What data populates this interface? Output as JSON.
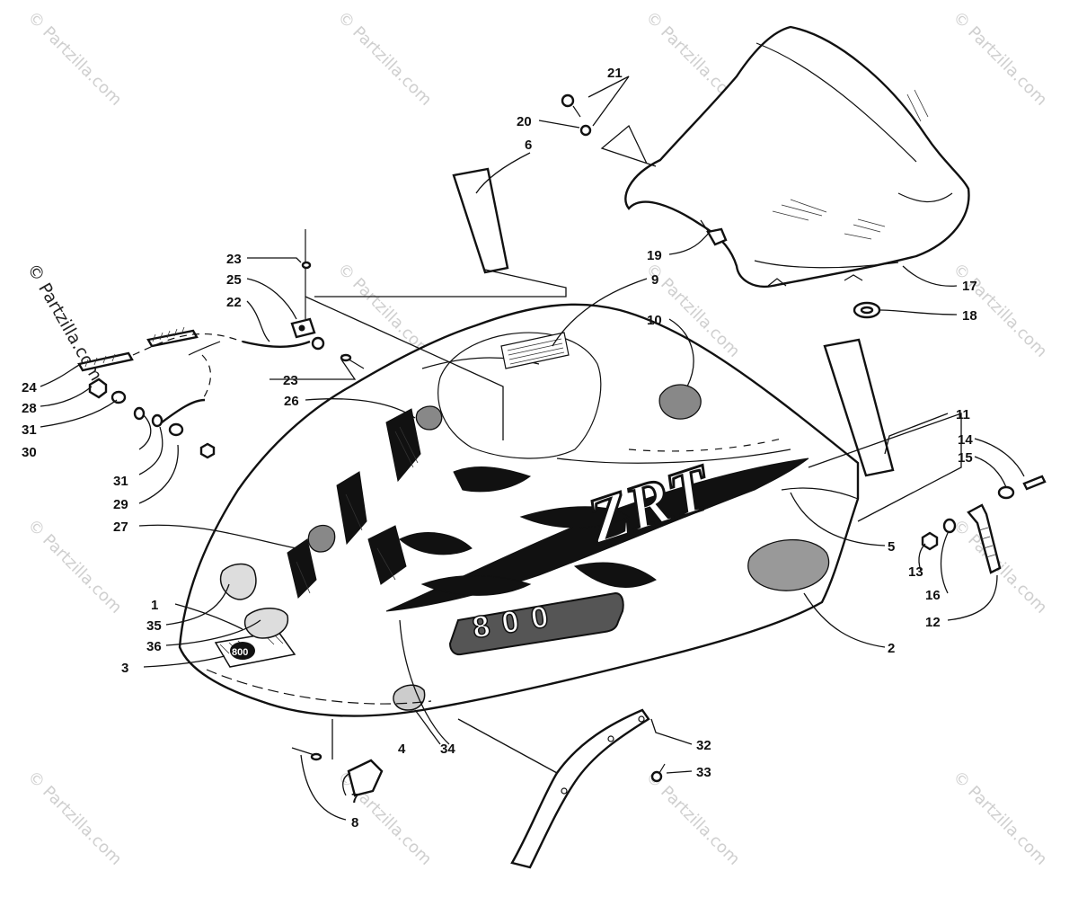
{
  "watermark": {
    "text": "© Partzilla.com",
    "side_text": "© Partzilla.com"
  },
  "decal": {
    "model_text": "ZRT",
    "number_text": "800",
    "badge_text": "800"
  },
  "callouts": [
    {
      "id": "1",
      "label": "1"
    },
    {
      "id": "2",
      "label": "2"
    },
    {
      "id": "3",
      "label": "3"
    },
    {
      "id": "4",
      "label": "4"
    },
    {
      "id": "5",
      "label": "5"
    },
    {
      "id": "6",
      "label": "6"
    },
    {
      "id": "7",
      "label": "7"
    },
    {
      "id": "8",
      "label": "8"
    },
    {
      "id": "9",
      "label": "9"
    },
    {
      "id": "10",
      "label": "10"
    },
    {
      "id": "11",
      "label": "11"
    },
    {
      "id": "12",
      "label": "12"
    },
    {
      "id": "13",
      "label": "13"
    },
    {
      "id": "14",
      "label": "14"
    },
    {
      "id": "15",
      "label": "15"
    },
    {
      "id": "16",
      "label": "16"
    },
    {
      "id": "17",
      "label": "17"
    },
    {
      "id": "18",
      "label": "18"
    },
    {
      "id": "19",
      "label": "19"
    },
    {
      "id": "20",
      "label": "20"
    },
    {
      "id": "21",
      "label": "21"
    },
    {
      "id": "22",
      "label": "22"
    },
    {
      "id": "23a",
      "label": "23"
    },
    {
      "id": "23b",
      "label": "23"
    },
    {
      "id": "24",
      "label": "24"
    },
    {
      "id": "25",
      "label": "25"
    },
    {
      "id": "26",
      "label": "26"
    },
    {
      "id": "27",
      "label": "27"
    },
    {
      "id": "28",
      "label": "28"
    },
    {
      "id": "29",
      "label": "29"
    },
    {
      "id": "30",
      "label": "30"
    },
    {
      "id": "31a",
      "label": "31"
    },
    {
      "id": "31b",
      "label": "31"
    },
    {
      "id": "32",
      "label": "32"
    },
    {
      "id": "33",
      "label": "33"
    },
    {
      "id": "34",
      "label": "34"
    },
    {
      "id": "35",
      "label": "35"
    },
    {
      "id": "36",
      "label": "36"
    }
  ]
}
